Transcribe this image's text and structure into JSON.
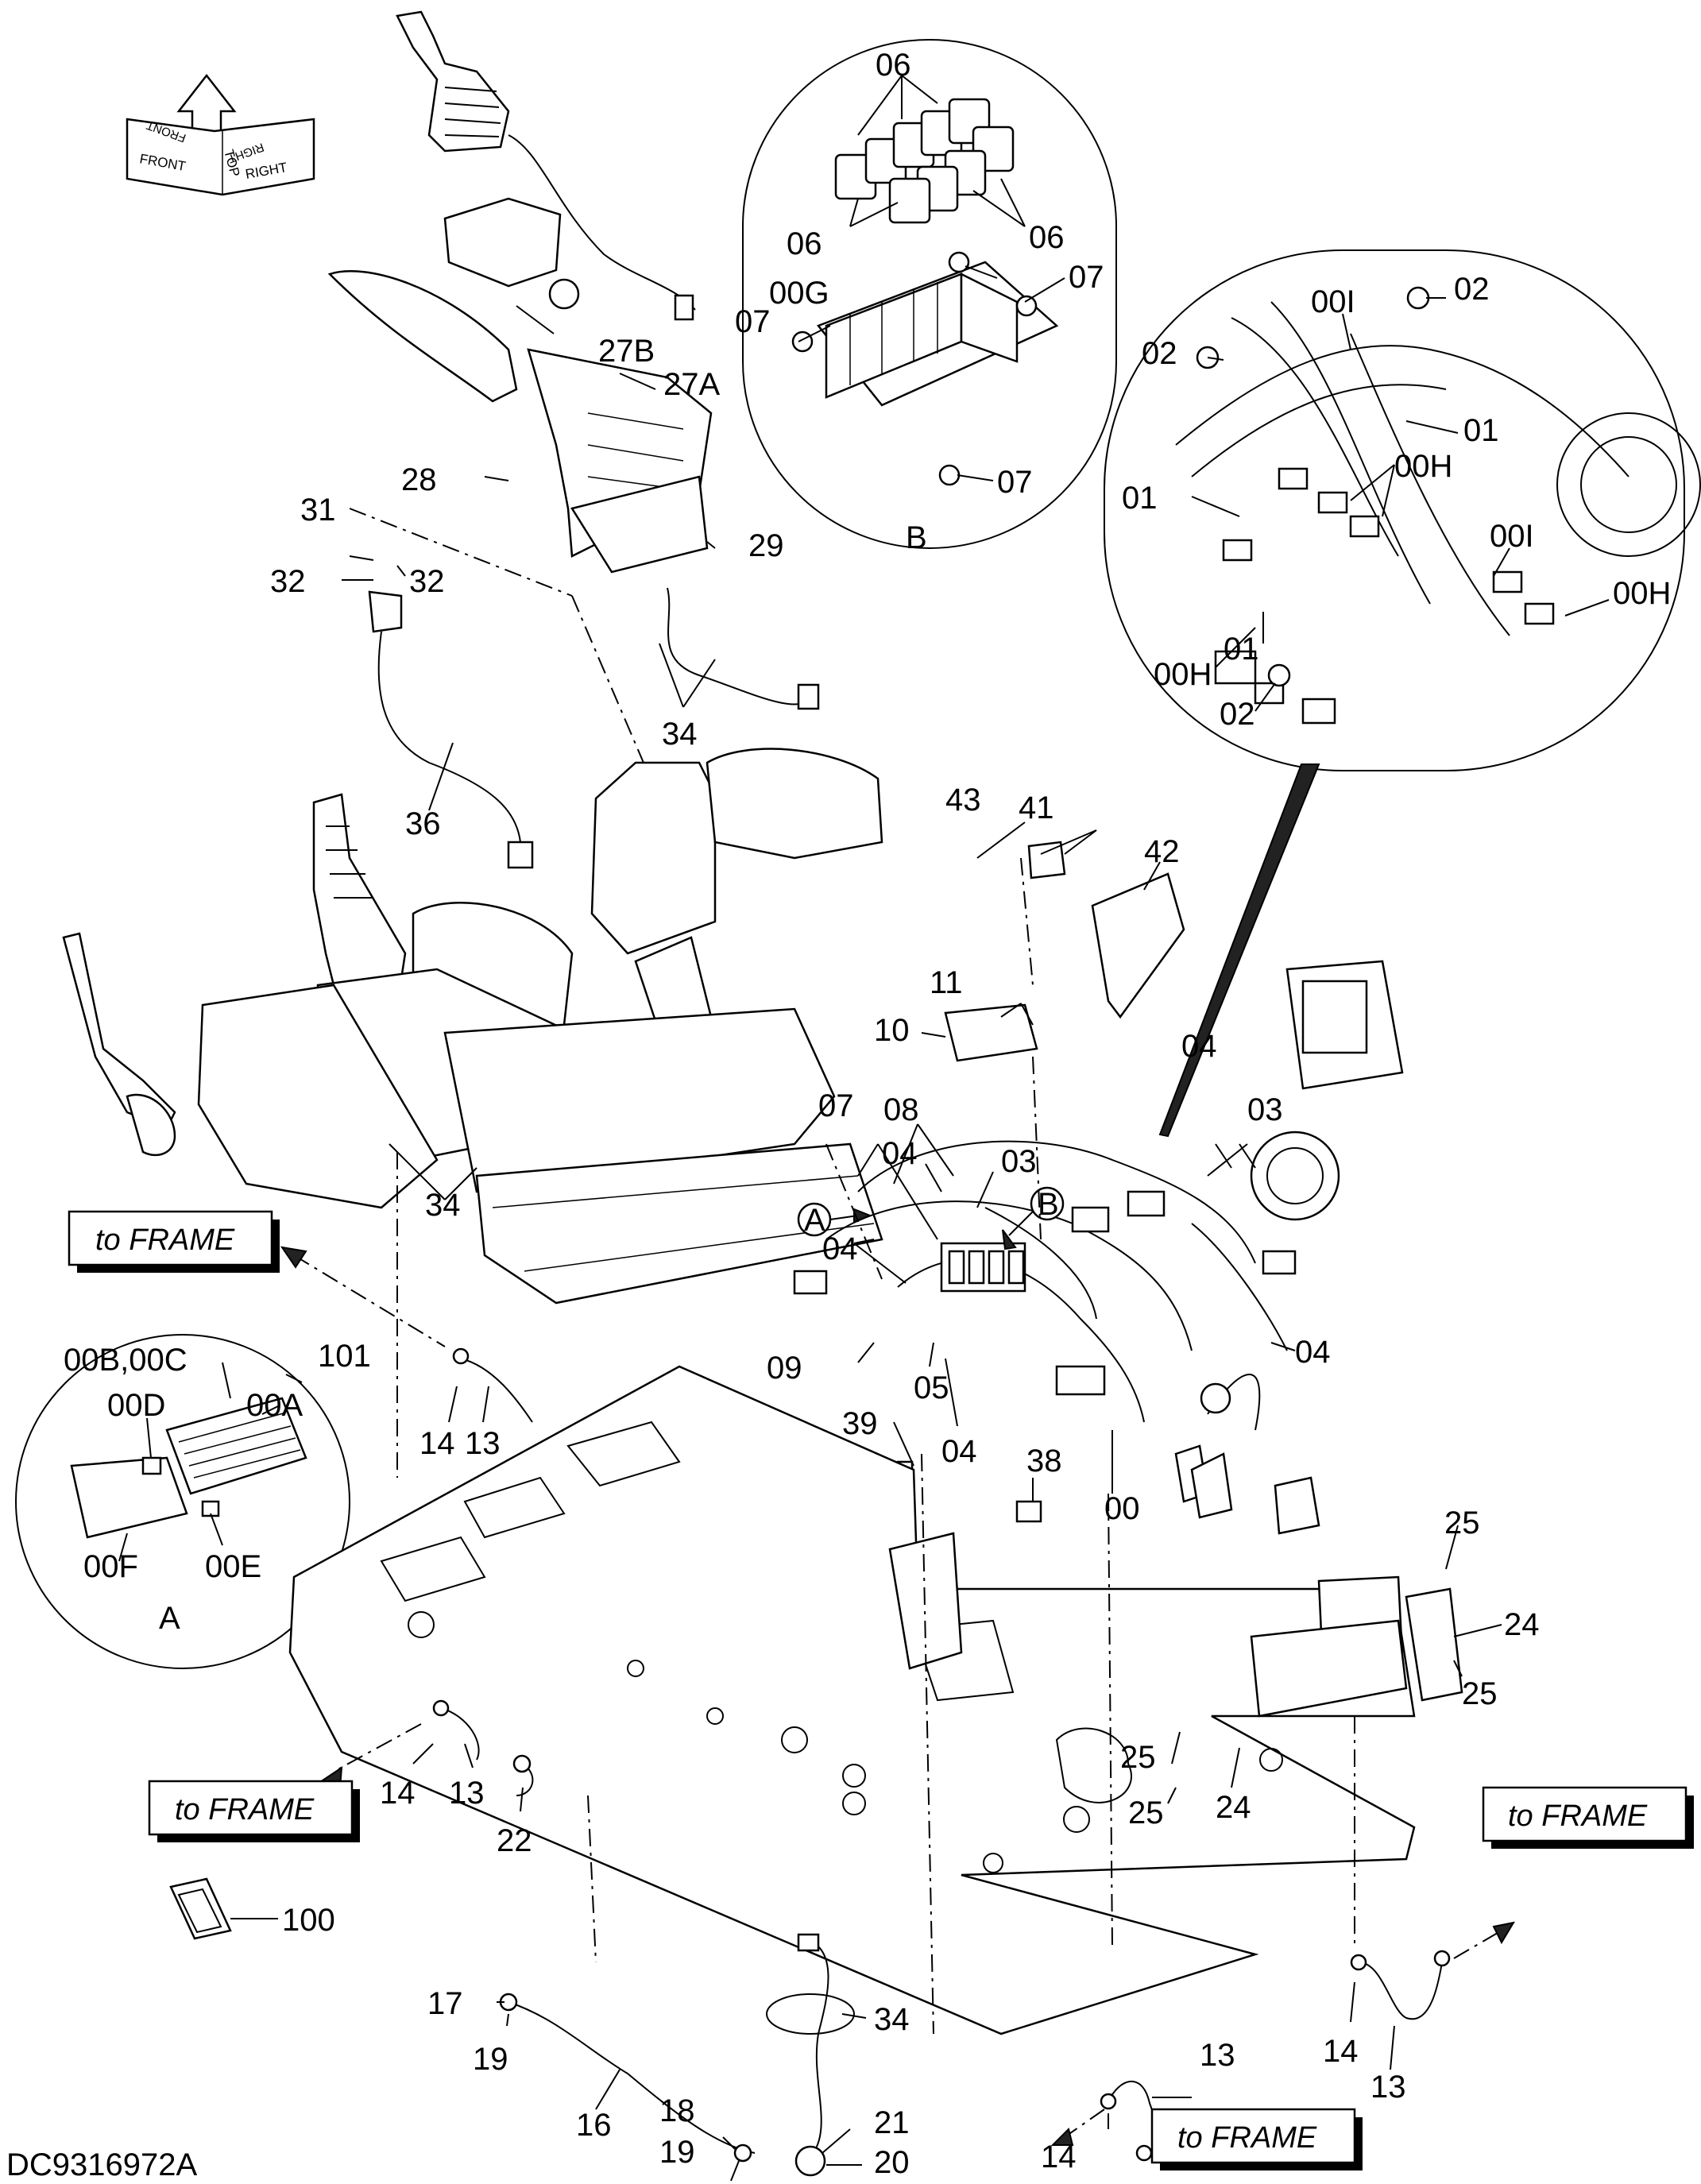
{
  "diagram": {
    "drawing_number": "DC9316972A",
    "orientation_labels": [
      "TOP",
      "FRONT",
      "RIGHT",
      "FRONT",
      "RIGHT"
    ],
    "detail_labels": {
      "a": "A",
      "b": "B"
    },
    "frame_label": "to FRAME",
    "callouts": {
      "c06a": "06",
      "c06b": "06",
      "c06c": "06",
      "c07a": "07",
      "c07b": "07",
      "c07c": "07",
      "c00G": "00G",
      "c00I_a": "00I",
      "c02a": "02",
      "c02b": "02",
      "c02c": "02",
      "c01a": "01",
      "c01b": "01",
      "c01c": "01",
      "c00H_a": "00H",
      "c00H_b": "00H",
      "c00I_b": "00I",
      "c00H_c": "00H",
      "c27B": "27B",
      "c27A": "27A",
      "c28": "28",
      "c29": "29",
      "c31": "31",
      "c32a": "32",
      "c32b": "32",
      "c34a": "34",
      "c36": "36",
      "c34b": "34",
      "c43": "43",
      "c41": "41",
      "c42": "42",
      "c11": "11",
      "c10": "10",
      "c07d": "07",
      "c08": "08",
      "c04a": "04",
      "c04b": "04",
      "c04c": "04",
      "c04d": "04",
      "c04e": "04",
      "c03a": "03",
      "c03b": "03",
      "c09": "09",
      "c05": "05",
      "c00": "00",
      "c39": "39",
      "c38": "38",
      "c101": "101",
      "c00BC": "00B,00C",
      "c00D": "00D",
      "c00A": "00A",
      "c00F": "00F",
      "c00E": "00E",
      "cA": "A",
      "c14a": "14",
      "c13a": "13",
      "c25a": "25",
      "c24a": "24",
      "c25b": "25",
      "c25c": "25",
      "c25d": "25",
      "c24b": "24",
      "c14b": "14",
      "c13b": "13",
      "c22": "22",
      "c14c": "14",
      "c13c": "13",
      "c17": "17",
      "c19a": "19",
      "c16": "16",
      "c18": "18",
      "c19b": "19",
      "c34c": "34",
      "c21": "21",
      "c20": "20",
      "c14d": "14",
      "c13d": "13",
      "c100": "100",
      "cB": "B"
    }
  }
}
